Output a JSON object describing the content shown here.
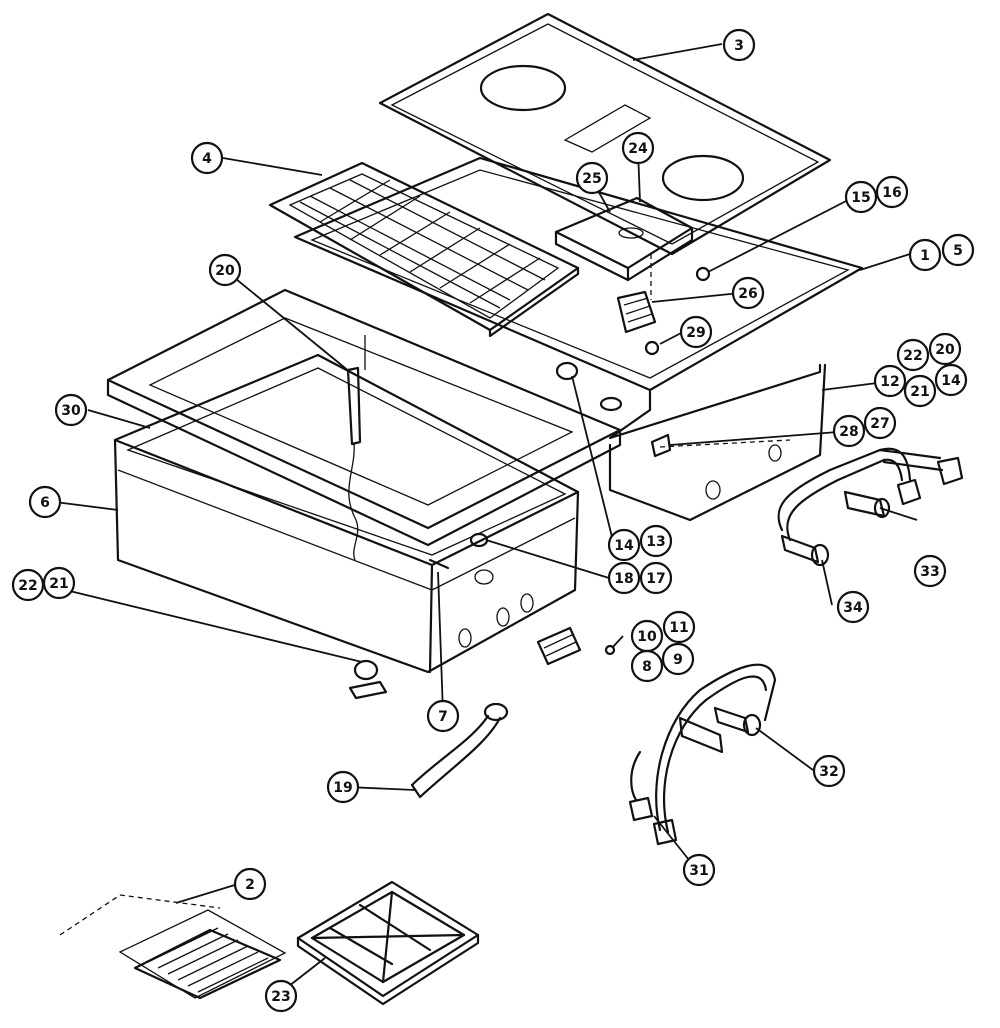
{
  "callouts": [
    {
      "id": "c3",
      "label": "3"
    },
    {
      "id": "c4",
      "label": "4"
    },
    {
      "id": "c25",
      "label": "25"
    },
    {
      "id": "c24",
      "label": "24"
    },
    {
      "id": "c15",
      "label": "15"
    },
    {
      "id": "c16",
      "label": "16"
    },
    {
      "id": "c1",
      "label": "1"
    },
    {
      "id": "c5",
      "label": "5"
    },
    {
      "id": "c26",
      "label": "26"
    },
    {
      "id": "c20a",
      "label": "20"
    },
    {
      "id": "c29",
      "label": "29"
    },
    {
      "id": "c22a",
      "label": "22"
    },
    {
      "id": "c20b",
      "label": "20"
    },
    {
      "id": "c12",
      "label": "12"
    },
    {
      "id": "c21a",
      "label": "21"
    },
    {
      "id": "c14a",
      "label": "14"
    },
    {
      "id": "c30",
      "label": "30"
    },
    {
      "id": "c28",
      "label": "28"
    },
    {
      "id": "c27",
      "label": "27"
    },
    {
      "id": "c6",
      "label": "6"
    },
    {
      "id": "c14b",
      "label": "14"
    },
    {
      "id": "c13",
      "label": "13"
    },
    {
      "id": "c33",
      "label": "33"
    },
    {
      "id": "c18",
      "label": "18"
    },
    {
      "id": "c17",
      "label": "17"
    },
    {
      "id": "c22b",
      "label": "22"
    },
    {
      "id": "c21b",
      "label": "21"
    },
    {
      "id": "c34",
      "label": "34"
    },
    {
      "id": "c10",
      "label": "10"
    },
    {
      "id": "c11",
      "label": "11"
    },
    {
      "id": "c8",
      "label": "8"
    },
    {
      "id": "c9",
      "label": "9"
    },
    {
      "id": "c7",
      "label": "7"
    },
    {
      "id": "c32",
      "label": "32"
    },
    {
      "id": "c19",
      "label": "19"
    },
    {
      "id": "c31",
      "label": "31"
    },
    {
      "id": "c2",
      "label": "2"
    },
    {
      "id": "c23",
      "label": "23"
    }
  ]
}
